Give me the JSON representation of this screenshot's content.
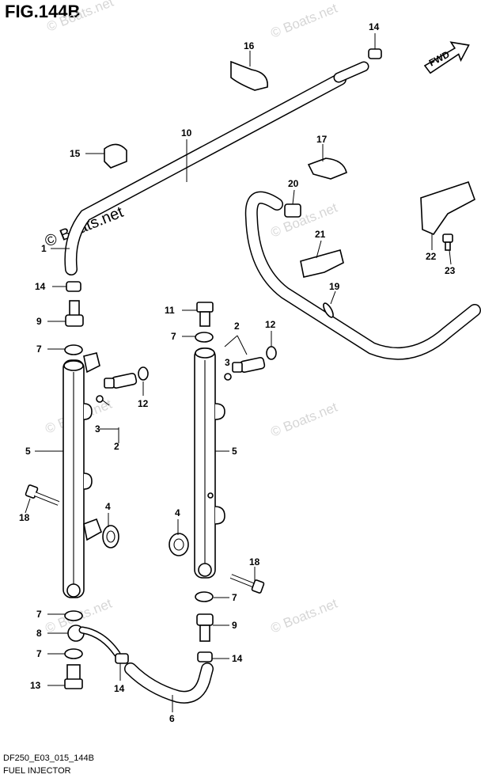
{
  "figure_title": "FIG.144B",
  "footer": {
    "code": "DF250_E03_015_144B",
    "name": "FUEL INJECTOR"
  },
  "watermark": "© Boats.net",
  "fwd_label": "FWD",
  "callouts": {
    "p1": "1",
    "p2a": "2",
    "p2b": "2",
    "p3a": "3",
    "p3b": "3",
    "p4a": "4",
    "p4b": "4",
    "p5a": "5",
    "p5b": "5",
    "p6": "6",
    "p7a": "7",
    "p7b": "7",
    "p7c": "7",
    "p7d": "7",
    "p7e": "7",
    "p8": "8",
    "p9a": "9",
    "p9b": "9",
    "p10": "10",
    "p11": "11",
    "p12a": "12",
    "p12b": "12",
    "p13": "13",
    "p14a": "14",
    "p14b": "14",
    "p14c": "14",
    "p14d": "14",
    "p15": "15",
    "p16": "16",
    "p17": "17",
    "p18a": "18",
    "p18b": "18",
    "p19": "19",
    "p20": "20",
    "p21": "21",
    "p22": "22",
    "p23": "23"
  }
}
